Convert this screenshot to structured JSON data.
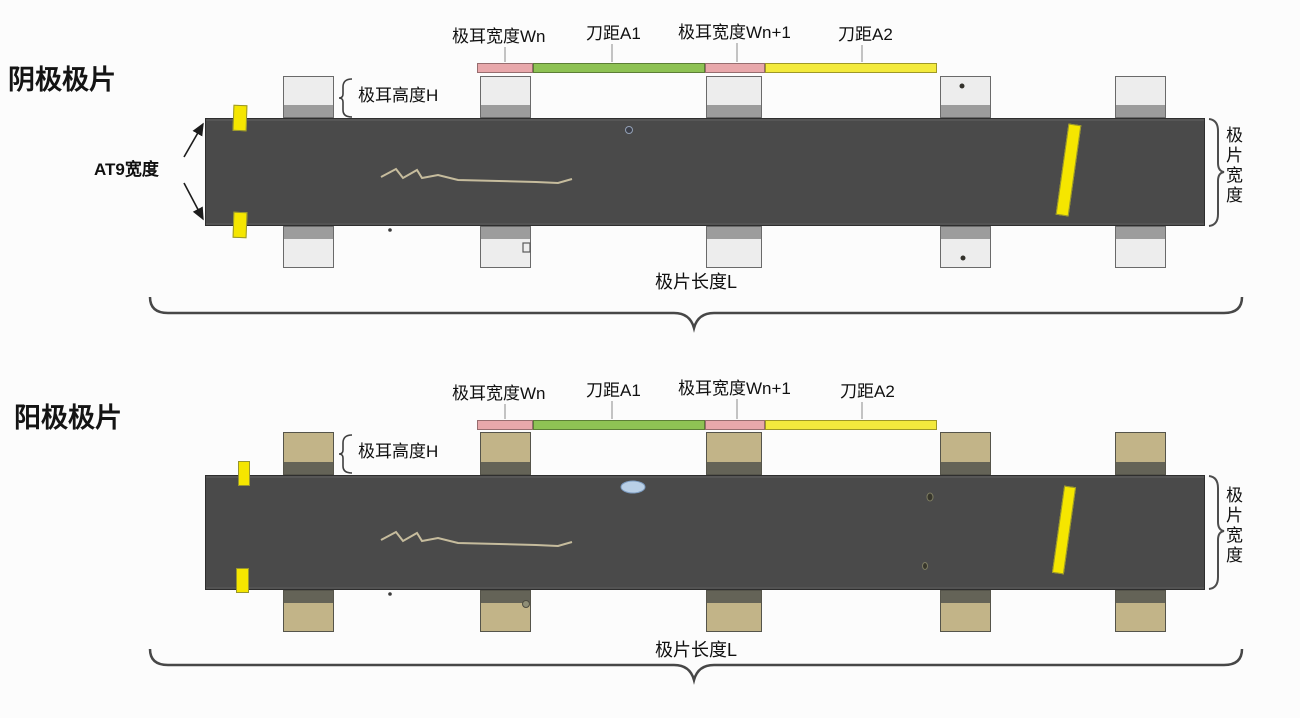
{
  "colors": {
    "strip": "#4a4a4a",
    "cathode_tab": "#ededed",
    "cathode_tab_band": "#9c9c9c",
    "anode_tab": "#c2b488",
    "anode_tab_band": "#646357",
    "pink_bar": "#e8a8ab",
    "green_bar": "#8ec254",
    "yellow_bar": "#f3ea3d",
    "tape": "#f5e600"
  },
  "cathode": {
    "title": "阴极极片",
    "labels": {
      "tab_width_n": "极耳宽度Wn",
      "knife_pitch_a1": "刀距A1",
      "tab_width_n_plus_1": "极耳宽度Wn+1",
      "knife_pitch_a2": "刀距A2",
      "tab_height": "极耳高度H",
      "at9_width": "AT9宽度",
      "sheet_width": "极片宽度",
      "sheet_length": "极片长度L"
    }
  },
  "anode": {
    "title": "阳极极片",
    "labels": {
      "tab_width_n": "极耳宽度Wn",
      "knife_pitch_a1": "刀距A1",
      "tab_width_n_plus_1": "极耳宽度Wn+1",
      "knife_pitch_a2": "刀距A2",
      "tab_height": "极耳高度H",
      "sheet_width": "极片宽度",
      "sheet_length": "极片长度L"
    }
  }
}
